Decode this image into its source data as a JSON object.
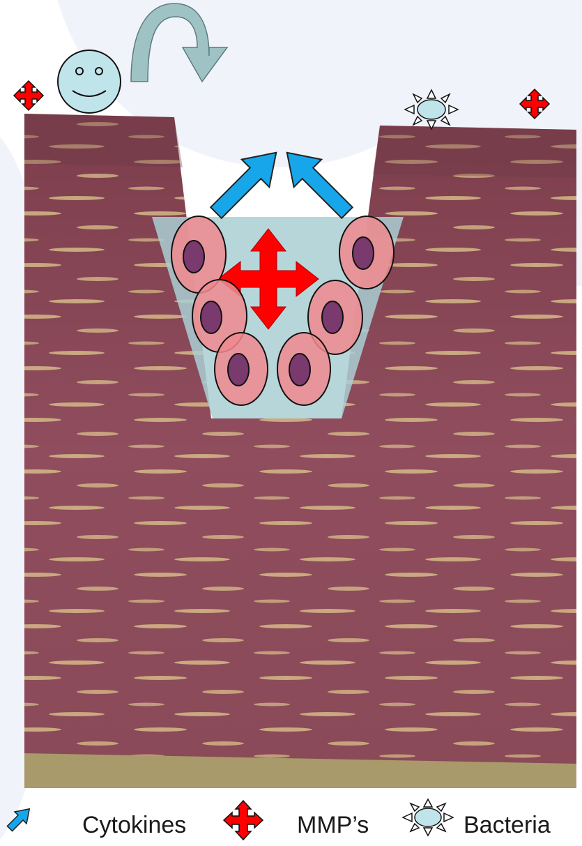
{
  "legend": {
    "cytokines_label": "Cytokines",
    "mmps_label": "MMP’s",
    "bacteria_label": "Bacteria"
  },
  "colors": {
    "tissue": "#8c4a5a",
    "tissue_base": "#a89a6a",
    "streak": "#d9c08a",
    "wound_overlay": "#aacfd3",
    "cell_fill": "#f08a8e",
    "cell_nucleus": "#7a3a6e",
    "cytokine_arrow": "#17a6ea",
    "mmp_cross": "#ff0000",
    "bacteria_fill": "#bfe4ea",
    "smiley_fill": "#bfe4ea",
    "curved_arrow": "#9fc3c4"
  },
  "icons": [
    "smiley-face-icon",
    "curved-arrow-icon",
    "mmp-cross-icon",
    "bacteria-icon",
    "cytokine-arrow-icon"
  ]
}
